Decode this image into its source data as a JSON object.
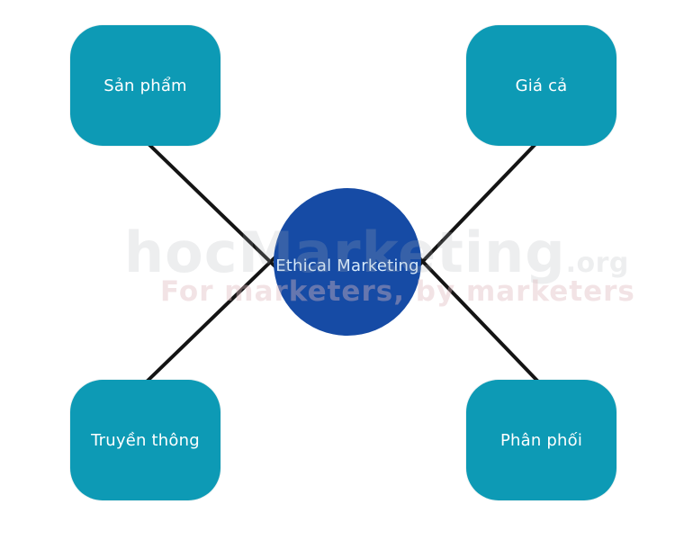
{
  "diagram": {
    "type": "mind-map",
    "center": {
      "label": "Ethical Marketing"
    },
    "nodes": [
      {
        "id": "san-pham",
        "label": "Sản phẩm",
        "position": "top-left"
      },
      {
        "id": "gia-ca",
        "label": "Giá cả",
        "position": "top-right"
      },
      {
        "id": "truyen-thong",
        "label": "Truyền thông",
        "position": "bottom-left"
      },
      {
        "id": "phan-phoi",
        "label": "Phân phối",
        "position": "bottom-right"
      }
    ],
    "colors": {
      "node_fill": "#0d9ab5",
      "center_fill": "#164ba5",
      "node_text": "#ffffff",
      "center_text": "#d6e9fa",
      "connector": "#141414",
      "background": "#ffffff"
    }
  },
  "watermark": {
    "brand": "hocMarketing",
    "brand_suffix": ".org",
    "tagline": "For marketers, by marketers"
  }
}
